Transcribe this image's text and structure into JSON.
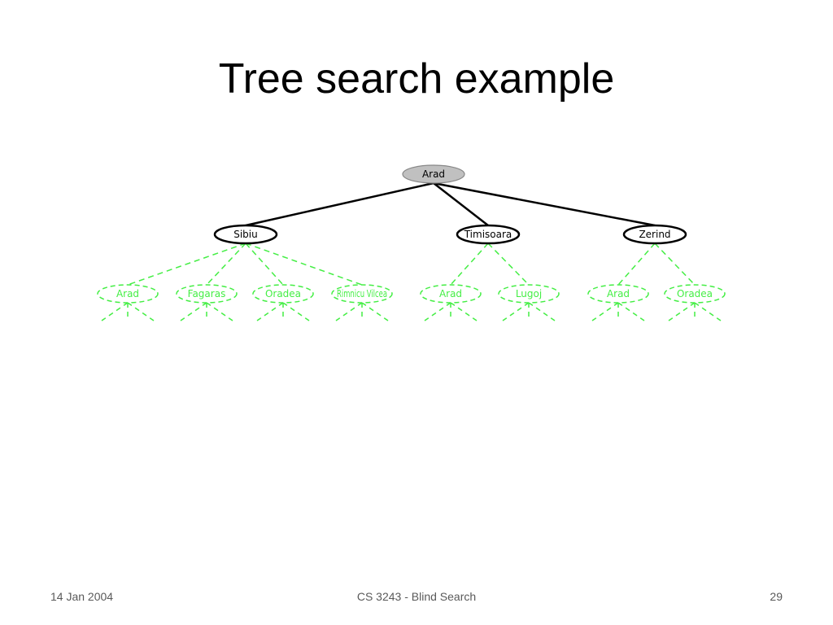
{
  "slide": {
    "title": "Tree search example"
  },
  "footer": {
    "date": "14 Jan 2004",
    "course": "CS 3243 - Blind Search",
    "page": "29"
  },
  "tree": {
    "colors": {
      "expanded_fill": "#c0c0c0",
      "node_fill": "#ffffff",
      "solid_stroke": "#000000",
      "frontier_stroke": "#44ee44"
    },
    "root": "Arad",
    "level1": [
      "Sibiu",
      "Timisoara",
      "Zerind"
    ],
    "level2": {
      "Sibiu": [
        "Arad",
        "Fagaras",
        "Oradea",
        "Rimnicu Vilcea"
      ],
      "Timisoara": [
        "Arad",
        "Lugoj"
      ],
      "Zerind": [
        "Arad",
        "Oradea"
      ]
    }
  }
}
